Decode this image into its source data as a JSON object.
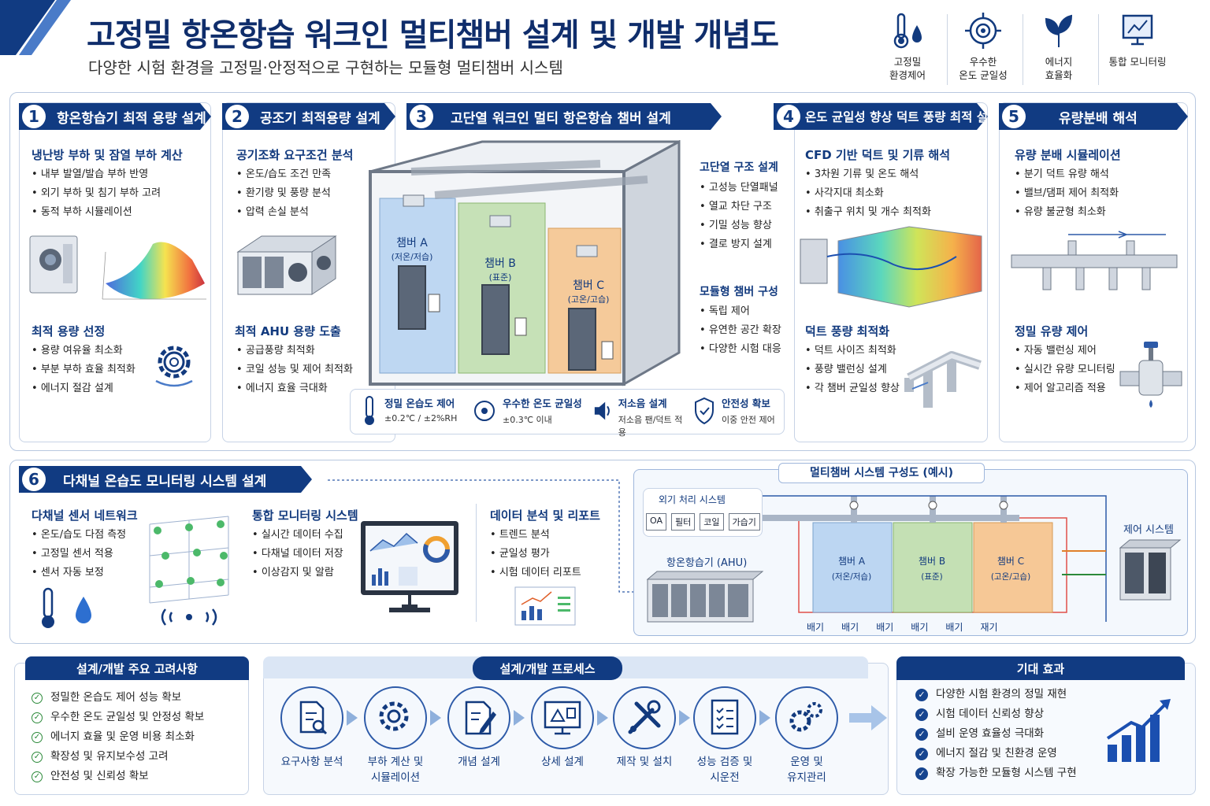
{
  "header": {
    "title": "고정밀 항온항습 워크인 멀티챔버 설계 및 개발 개념도",
    "subtitle": "다양한 시험 환경을 고정밀·안정적으로 구현하는 모듈형 멀티챔버 시스템"
  },
  "features": [
    {
      "icon": "thermometer-drop-icon",
      "l1": "고정밀",
      "l2": "환경제어"
    },
    {
      "icon": "target-icon",
      "l1": "우수한",
      "l2": "온도 균일성"
    },
    {
      "icon": "leaf-icon",
      "l1": "에너지",
      "l2": "효율화"
    },
    {
      "icon": "monitor-icon",
      "l1": "통합 모니터링",
      "l2": ""
    }
  ],
  "s1": {
    "num": "1",
    "title": "항온항습기 최적 용량 설계",
    "a_title": "냉난방 부하 및 잠열 부하 계산",
    "a_items": [
      "내부 발열/발습 부하 반영",
      "외기 부하 및 침기 부하 고려",
      "동적 부하 시뮬레이션"
    ],
    "b_title": "최적 용량 선정",
    "b_items": [
      "용량 여유율 최소화",
      "부분 부하 효율 최적화",
      "에너지 절감 설계"
    ]
  },
  "s2": {
    "num": "2",
    "title": "공조기 최적용량 설계",
    "a_title": "공기조화 요구조건 분석",
    "a_items": [
      "온도/습도 조건 만족",
      "환기량 및 풍량 분석",
      "압력 손실 분석"
    ],
    "b_title": "최적 AHU 용량 도출",
    "b_items": [
      "공급풍량 최적화",
      "코일 성능 및 제어 최적화",
      "에너지 효율 극대화"
    ]
  },
  "s3": {
    "num": "3",
    "title": "고단열 워크인 멀티 항온항습 챔버 설계",
    "chambers": [
      {
        "name": "챔버 A",
        "sub": "(저온/저습)"
      },
      {
        "name": "챔버 B",
        "sub": "(표준)"
      },
      {
        "name": "챔버 C",
        "sub": "(고온/고습)"
      }
    ],
    "a_title": "고단열 구조 설계",
    "a_items": [
      "고성능 단열패널",
      "열교 차단 구조",
      "기밀 성능 향상",
      "결로 방지 설계"
    ],
    "b_title": "모듈형 챔버 구성",
    "b_items": [
      "독립 제어",
      "유연한 공간 확장",
      "다양한 시험 대응"
    ],
    "badges": [
      {
        "icon": "thermometer-icon",
        "t1": "정밀 온습도 제어",
        "t2": "±0.2℃ / ±2%RH"
      },
      {
        "icon": "target-icon",
        "t1": "우수한 온도 균일성",
        "t2": "±0.3℃ 이내"
      },
      {
        "icon": "speaker-icon",
        "t1": "저소음 설계",
        "t2": "저소음 팬/덕트 적용"
      },
      {
        "icon": "shield-icon",
        "t1": "안전성 확보",
        "t2": "이중 안전 제어"
      }
    ]
  },
  "s4": {
    "num": "4",
    "title": "온도 균일성 향상 덕트 풍량 최적 설계",
    "a_title": "CFD 기반 덕트 및 기류 해석",
    "a_items": [
      "3차원 기류 및 온도 해석",
      "사각지대 최소화",
      "취출구 위치 및 개수 최적화"
    ],
    "b_title": "덕트 풍량 최적화",
    "b_items": [
      "덕트 사이즈 최적화",
      "풍량 밸런싱 설계",
      "각 챔버 균일성 향상"
    ]
  },
  "s5": {
    "num": "5",
    "title": "유량분배 해석",
    "a_title": "유량 분배 시뮬레이션",
    "a_items": [
      "분기 덕트 유량 해석",
      "밸브/댐퍼 제어 최적화",
      "유량 불균형 최소화"
    ],
    "b_title": "정밀 유량 제어",
    "b_items": [
      "자동 밸런싱 제어",
      "실시간 유량 모니터링",
      "제어 알고리즘 적용"
    ]
  },
  "s6": {
    "num": "6",
    "title": "다채널 온습도 모니터링 시스템 설계",
    "a_title": "다채널 센서 네트워크",
    "a_items": [
      "온도/습도 다점 측정",
      "고정밀 센서 적용",
      "센서 자동 보정"
    ],
    "b_title": "통합 모니터링 시스템",
    "b_items": [
      "실시간 데이터 수집",
      "다채널 데이터 저장",
      "이상감지 및 알람"
    ],
    "c_title": "데이터 분석 및 리포트",
    "c_items": [
      "트렌드 분석",
      "균일성 평가",
      "시험 데이터 리포트"
    ]
  },
  "system": {
    "title": "멀티챔버 시스템 구성도 (예시)",
    "outside": "외기 처리 시스템",
    "parts": [
      "OA",
      "필터",
      "코일",
      "가습기"
    ],
    "ahu": "항온항습기 (AHU)",
    "control": "제어 시스템",
    "chambers": [
      {
        "name": "챔버 A",
        "sub": "(저온/저습)"
      },
      {
        "name": "챔버 B",
        "sub": "(표준)"
      },
      {
        "name": "챔버 C",
        "sub": "(고온/고습)"
      }
    ],
    "exhaust": [
      "배기",
      "배기",
      "배기",
      "배기",
      "배기",
      "재기"
    ]
  },
  "considerations": {
    "title": "설계/개발 주요 고려사항",
    "items": [
      "정밀한 온습도 제어 성능 확보",
      "우수한 온도 균일성 및 안정성 확보",
      "에너지 효율 및 운영 비용 최소화",
      "확장성 및 유지보수성 고려",
      "안전성 및 신뢰성 확보"
    ]
  },
  "process": {
    "title": "설계/개발 프로세스",
    "steps": [
      {
        "icon": "document-search-icon",
        "l1": "요구사항 분석",
        "l2": ""
      },
      {
        "icon": "gear-icon",
        "l1": "부하 계산 및",
        "l2": "시뮬레이션"
      },
      {
        "icon": "pencil-document-icon",
        "l1": "개념 설계",
        "l2": ""
      },
      {
        "icon": "monitor-blueprint-icon",
        "l1": "상세 설계",
        "l2": ""
      },
      {
        "icon": "tools-icon",
        "l1": "제작 및 설치",
        "l2": ""
      },
      {
        "icon": "checklist-icon",
        "l1": "성능 검증 및",
        "l2": "시운전"
      },
      {
        "icon": "gears-icon",
        "l1": "운영 및",
        "l2": "유지관리"
      }
    ]
  },
  "effects": {
    "title": "기대 효과",
    "items": [
      "다양한 시험 환경의 정밀 재현",
      "시험 데이터 신뢰성 향상",
      "설비 운영 효율성 극대화",
      "에너지 절감 및 친환경 운영",
      "확장 가능한 모듈형 시스템 구현"
    ]
  },
  "colors": {
    "navy": "#113b82",
    "chamberA": "#bcd6f2",
    "chamberB": "#c4e0b4",
    "chamberC": "#f6c896"
  }
}
